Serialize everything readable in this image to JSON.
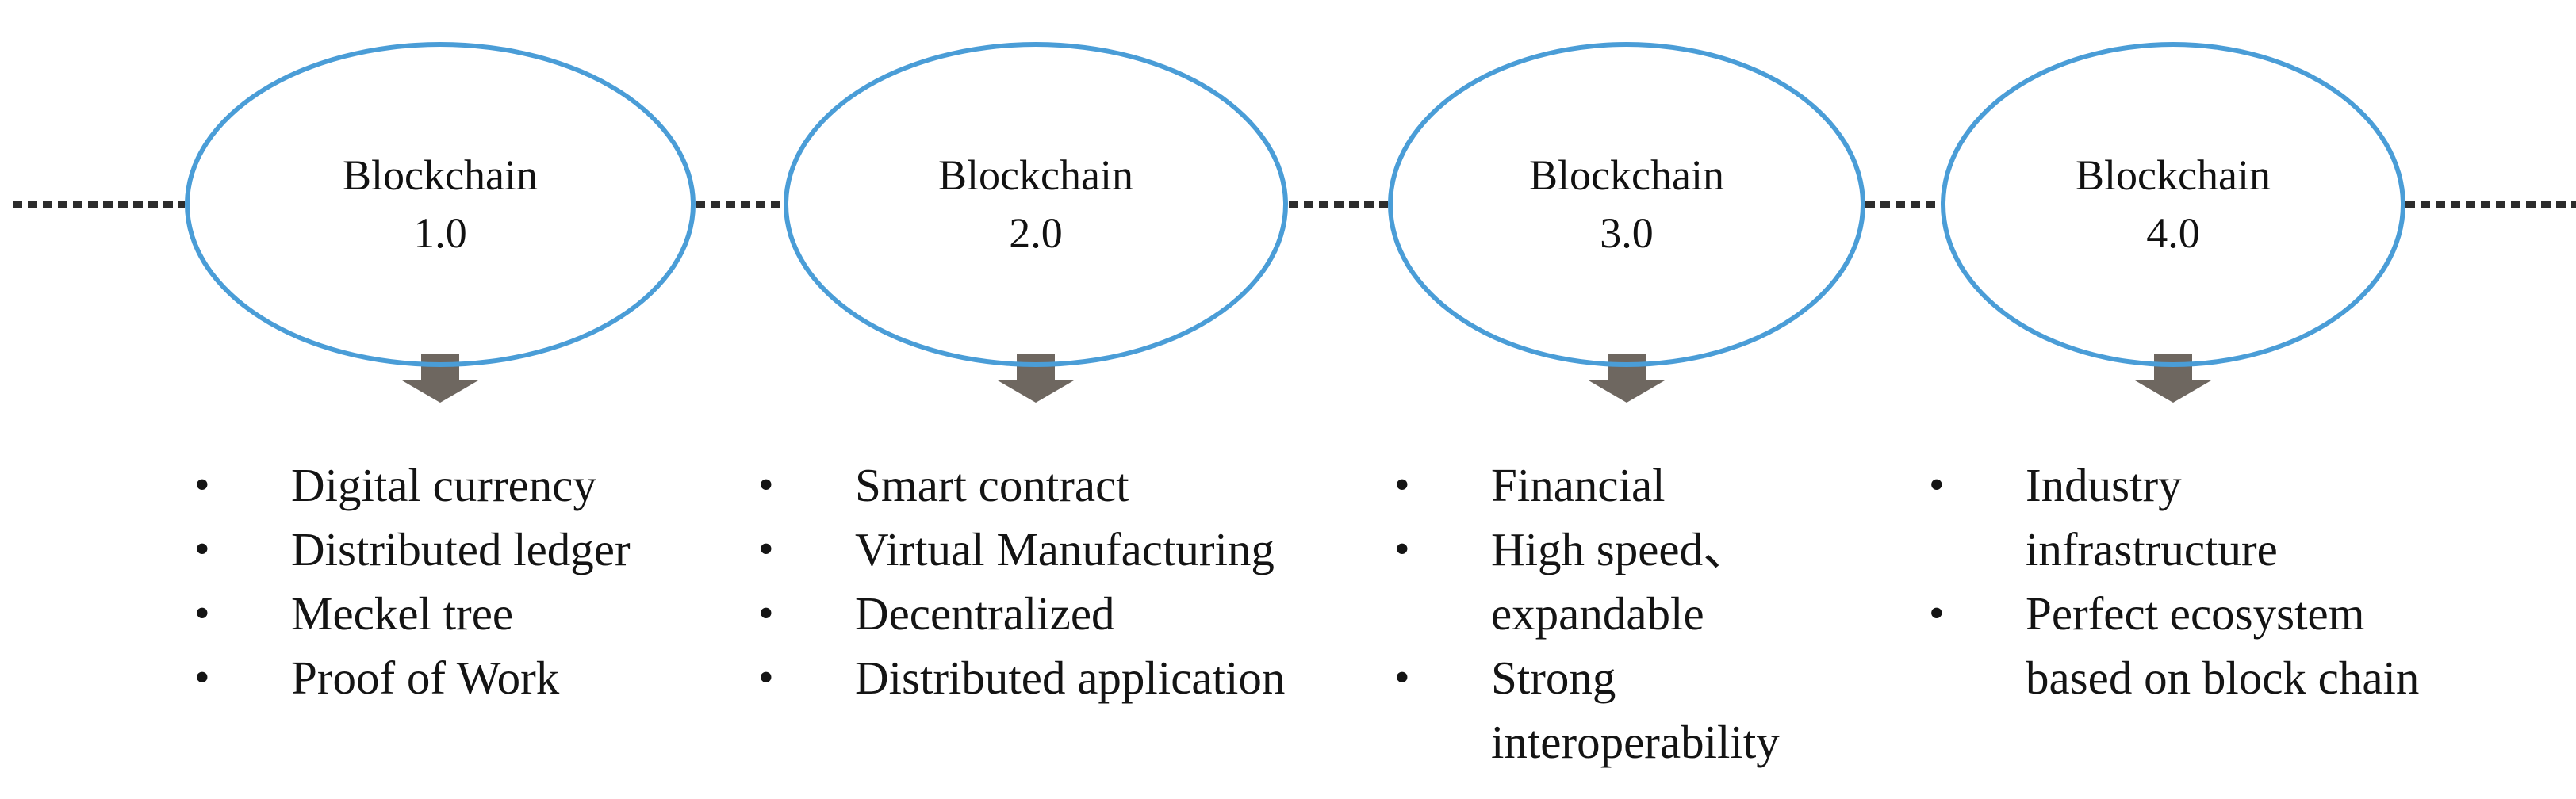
{
  "diagram": {
    "name": "Blockchain evolution stages",
    "colors": {
      "ellipse_stroke": "#4a9dd7",
      "arrow_fill": "#6e6760",
      "dash_line": "#2d2d2d",
      "text": "#141414",
      "background": "#ffffff"
    },
    "icons": {
      "stage_arrow": "down-block-arrow",
      "list_bullet": "•"
    },
    "stages": [
      {
        "label": {
          "line1": "Blockchain",
          "line2": "1.0"
        },
        "items": [
          "Digital currency",
          "Distributed ledger",
          "Meckel tree",
          "Proof of Work"
        ]
      },
      {
        "label": {
          "line1": "Blockchain",
          "line2": "2.0"
        },
        "items": [
          "Smart contract",
          "Virtual Manufacturing",
          "Decentralized",
          "Distributed application"
        ]
      },
      {
        "label": {
          "line1": "Blockchain",
          "line2": "3.0"
        },
        "items": [
          "Financial",
          "High speed、\nexpandable",
          "Strong\ninteroperability"
        ]
      },
      {
        "label": {
          "line1": "Blockchain",
          "line2": "4.0"
        },
        "items": [
          "Industry\ninfrastructure",
          "Perfect ecosystem\nbased on block chain"
        ]
      }
    ]
  }
}
